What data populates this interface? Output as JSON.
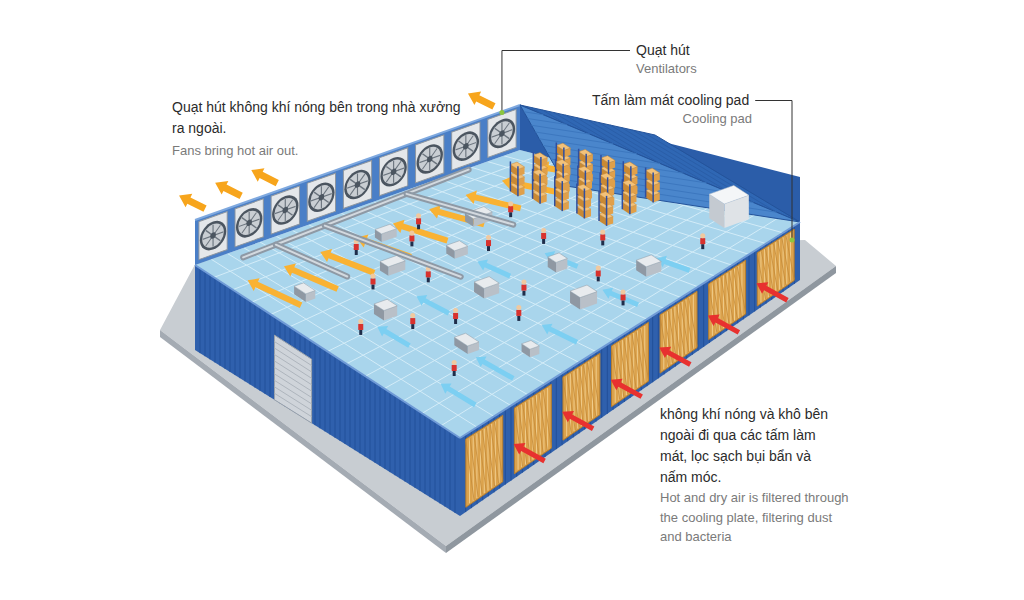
{
  "diagram": {
    "labels": [
      "Quạt hút",
      "Ventilators",
      "Tấm làm mát cooling pad",
      "Cooling pad",
      "Quạt hút không khí nóng bên trong nhà xưởng ra ngoài.",
      "Fans bring hot air out.",
      "không khí nóng và khô bên ngoài đi qua các tấm làm mát, lọc sạch bụi bẩn và nấm móc.",
      "Hot and dry air is filtered through the cooling plate, filtering dust and bacteria"
    ]
  }
}
